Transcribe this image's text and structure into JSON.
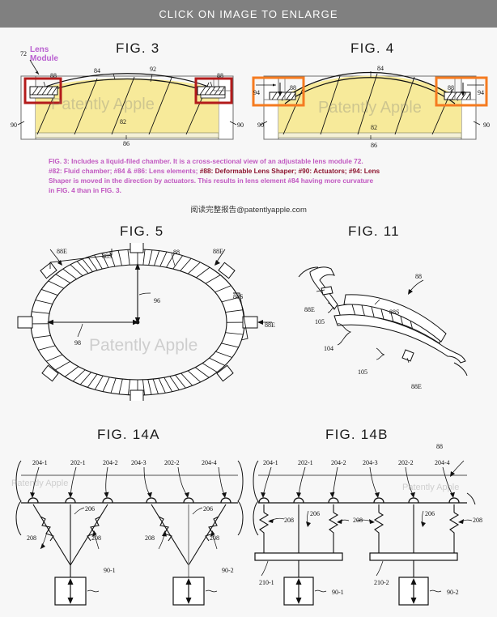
{
  "header": {
    "enlarge_label": "CLICK ON IMAGE TO ENLARGE",
    "bar_color": "#808080"
  },
  "watermarks": {
    "fig3": "Patently Apple",
    "fig4": "Patently Apple",
    "fig5": "Patently Apple",
    "fig14a": "Patently Apple",
    "fig14b": "Patently Apple"
  },
  "figures": {
    "fig3": {
      "title": "FIG. 3",
      "callout_lens_module": "Lens\nModule",
      "callout_lens_module_line1": "Lens",
      "callout_lens_module_line2": "Module",
      "refs": {
        "r72": "72",
        "r88_left": "88",
        "r88_right": "88",
        "r84": "84",
        "r92": "92",
        "r82": "82",
        "r86": "86",
        "r90_left": "90",
        "r90_right": "90"
      },
      "highlight_color": "#b31b1b",
      "fluid_color": "#f7ea9a"
    },
    "fig4": {
      "title": "FIG. 4",
      "refs": {
        "r94_left": "94",
        "r94_right": "94",
        "r88_left": "88",
        "r88_right": "88",
        "r84": "84",
        "r82": "82",
        "r86": "86",
        "r90_left": "90",
        "r90_right": "90"
      },
      "highlight_color": "#f57b20",
      "fluid_color": "#f7ea9a"
    },
    "fig5": {
      "title": "FIG. 5",
      "refs": {
        "r88E_topleft": "88E",
        "r88S_top": "88S",
        "r88": "88",
        "r88E_topright": "88E",
        "r88S_right": "88S",
        "r88E_right": "88E",
        "r96": "96",
        "r98": "98"
      }
    },
    "fig11": {
      "title": "FIG. 11",
      "refs": {
        "r88": "88",
        "r88E_left": "88E",
        "r88S": "88S",
        "r105_upper": "105",
        "r104": "104",
        "r105_lower": "105",
        "r88E_lower": "88E"
      }
    },
    "fig14a": {
      "title": "FIG. 14A",
      "top_labels": [
        "204-1",
        "202-1",
        "204-2",
        "204-3",
        "202-2",
        "204-4"
      ],
      "spring_labels": [
        "208",
        "208",
        "208",
        "208"
      ],
      "node_labels": [
        "206",
        "206"
      ],
      "actuator_labels": [
        "90-1",
        "90-2"
      ]
    },
    "fig14b": {
      "title": "FIG. 14B",
      "top_labels": [
        "204-1",
        "202-1",
        "204-2",
        "204-3",
        "202-2",
        "204-4"
      ],
      "spring_labels": [
        "208",
        "208",
        "208",
        "208"
      ],
      "node_labels": [
        "206",
        "206"
      ],
      "bar_labels": [
        "210-1",
        "210-2"
      ],
      "actuator_labels": [
        "90-1",
        "90-2"
      ],
      "refs": {
        "r88": "88"
      }
    }
  },
  "caption": {
    "line1": "FIG. 3: Includes a liquid-filed chamber. It is a cross-sectional view of an adjustable lens module 72.",
    "segment_a": "#82: Fluid chamber; #84 & #86: Lens elements; ",
    "segment_b_bold": "#88: Deformable Lens Shaper; #90: Actuators; #94: Lens",
    "segment_c": " Shaper is moved in the direction by actuators. This results in lens element #84 having more curvature",
    "segment_d": " in FIG. 4 than in FIG. 3.",
    "chinese_line": "阅读完整报告@patentlyapple.com",
    "color": "#c158c1",
    "bold_color": "#8d1530"
  }
}
